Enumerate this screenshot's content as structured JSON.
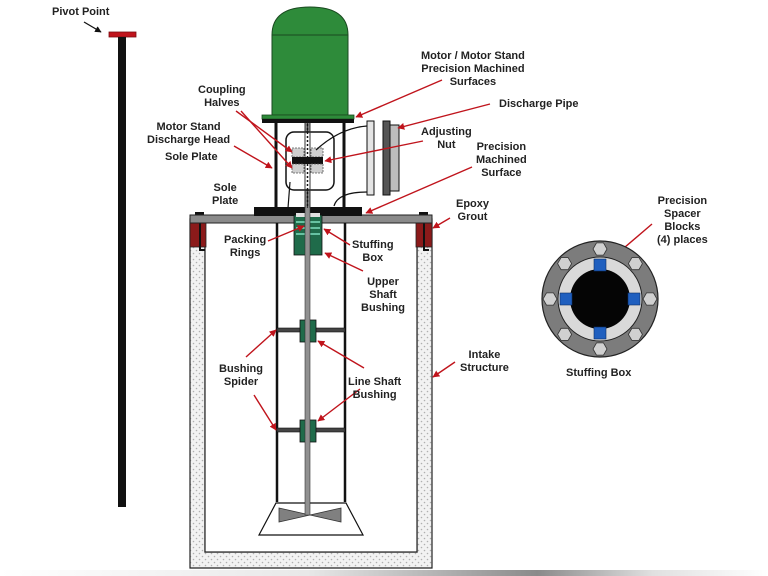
{
  "diagram": {
    "title": "Vertical Pump Alignment Diagram",
    "colors": {
      "motor_green": "#2e8b3a",
      "bushing_green": "#1f6b4a",
      "packing_green": "#2a9a70",
      "grout_red": "#8b1a1a",
      "arrow_red": "#c0141c",
      "spacer_blue": "#1f5fbf",
      "steel_gray": "#808080",
      "light_gray": "#d4d4d4",
      "black": "#111111"
    },
    "labels": {
      "pivot_point": [
        "Pivot Point"
      ],
      "coupling_halves": [
        "Coupling",
        "Halves"
      ],
      "motor_stand": [
        "Motor Stand",
        "Discharge Head"
      ],
      "sole_plate_1": [
        "Sole Plate"
      ],
      "sole_plate_2": [
        "Sole",
        "Plate"
      ],
      "motor_surfaces": [
        "Motor / Motor Stand",
        "Precision Machined",
        "Surfaces"
      ],
      "discharge_pipe": [
        "Discharge Pipe"
      ],
      "adjusting_nut": [
        "Adjusting",
        "Nut"
      ],
      "precision_surface": [
        "Precision",
        "Machined",
        "Surface"
      ],
      "epoxy_grout": [
        "Epoxy",
        "Grout"
      ],
      "packing_rings": [
        "Packing",
        "Rings"
      ],
      "stuffing_box": [
        "Stuffing",
        "Box"
      ],
      "upper_shaft_bushing": [
        "Upper",
        "Shaft",
        "Bushing"
      ],
      "bushing_spider": [
        "Bushing",
        "Spider"
      ],
      "line_shaft_bushing": [
        "Line Shaft",
        "Bushing"
      ],
      "intake_structure": [
        "Intake",
        "Structure"
      ],
      "precision_spacer_blocks": [
        "Precision",
        "Spacer",
        "Blocks",
        "(4) places"
      ],
      "stuffing_box_view": [
        "Stuffing Box"
      ]
    },
    "stuffing_box_detail": {
      "bolt_count": 8,
      "spacer_block_count": 4
    }
  }
}
